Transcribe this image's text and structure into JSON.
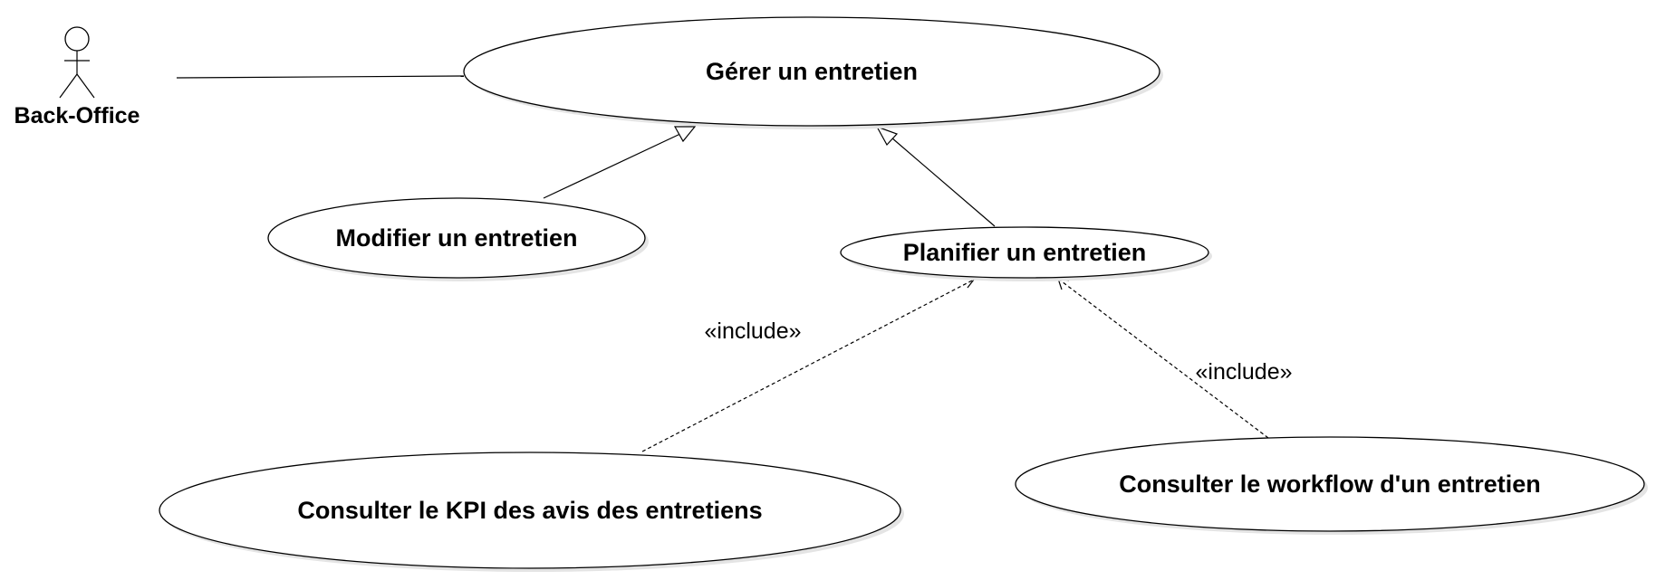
{
  "actor": {
    "label": "Back-Office"
  },
  "use_cases": {
    "gerer": "Gérer un entretien",
    "modifier": "Modifier un entretien",
    "planifier": "Planifier un entretien",
    "kpi": "Consulter le KPI des avis des entretiens",
    "workflow": "Consulter le workflow d'un entretien"
  },
  "relations": {
    "include_kpi": "«include»",
    "include_workflow": "«include»"
  }
}
